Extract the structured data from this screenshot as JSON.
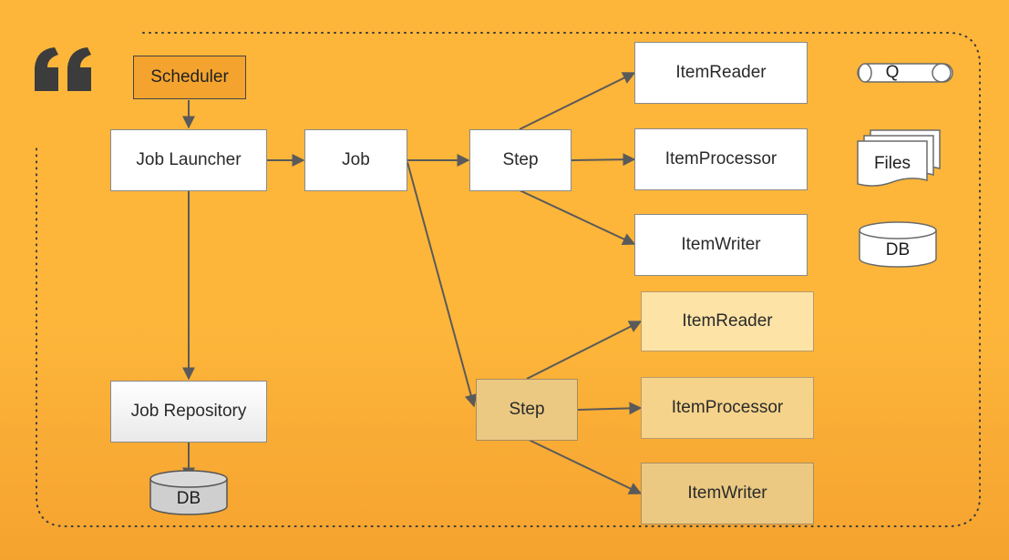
{
  "nodes": {
    "scheduler": "Scheduler",
    "job_launcher": "Job Launcher",
    "job": "Job",
    "step_1": "Step",
    "step_2": "Step",
    "job_repository": "Job Repository",
    "repo_db": "DB",
    "item_reader_1": "ItemReader",
    "item_processor_1": "ItemProcessor",
    "item_writer_1": "ItemWriter",
    "item_reader_2": "ItemReader",
    "item_processor_2": "ItemProcessor",
    "item_writer_2": "ItemWriter"
  },
  "legend": {
    "queue": "Q",
    "files": "Files",
    "db": "DB"
  },
  "icons": {
    "quote": "quote-mark-icon"
  },
  "colors": {
    "background": "#fdb63a",
    "arrow": "#5a5a5a",
    "scheduler_fill": "#f4a32e",
    "step2_fill": "#ebc983"
  }
}
